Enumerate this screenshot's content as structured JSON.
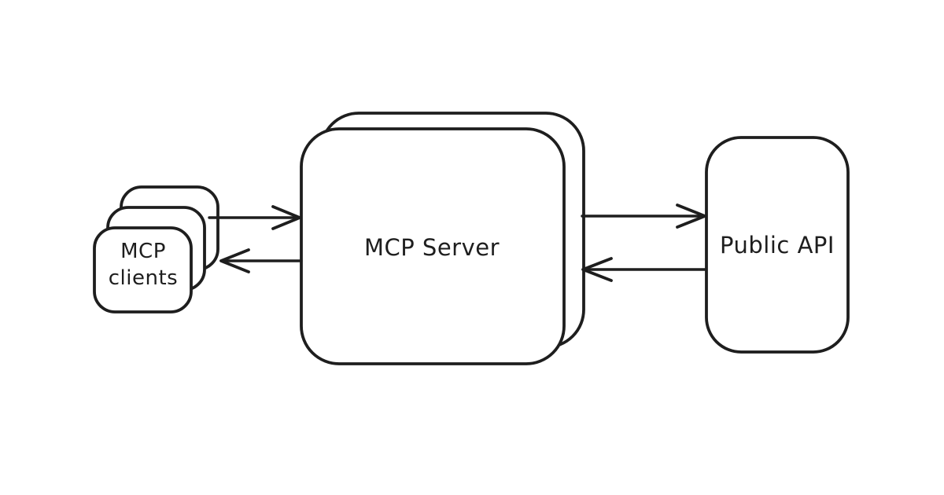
{
  "diagram": {
    "type": "architecture-flow",
    "colors": {
      "background": "#ffffff",
      "stroke": "#1e1e1e",
      "fill": "#ffffff"
    },
    "nodes": [
      {
        "id": "mcp-clients",
        "shape": "stacked-rounded-card-x3",
        "label_lines": [
          "MCP",
          "clients"
        ]
      },
      {
        "id": "mcp-server",
        "shape": "stacked-rounded-rect-x2",
        "label": "MCP Server"
      },
      {
        "id": "public-api",
        "shape": "rounded-rect",
        "label": "Public API"
      }
    ],
    "edges": [
      {
        "from": "mcp-clients",
        "to": "mcp-server",
        "direction": "right"
      },
      {
        "from": "mcp-server",
        "to": "mcp-clients",
        "direction": "left"
      },
      {
        "from": "mcp-server",
        "to": "public-api",
        "direction": "right"
      },
      {
        "from": "public-api",
        "to": "mcp-server",
        "direction": "left"
      }
    ]
  }
}
